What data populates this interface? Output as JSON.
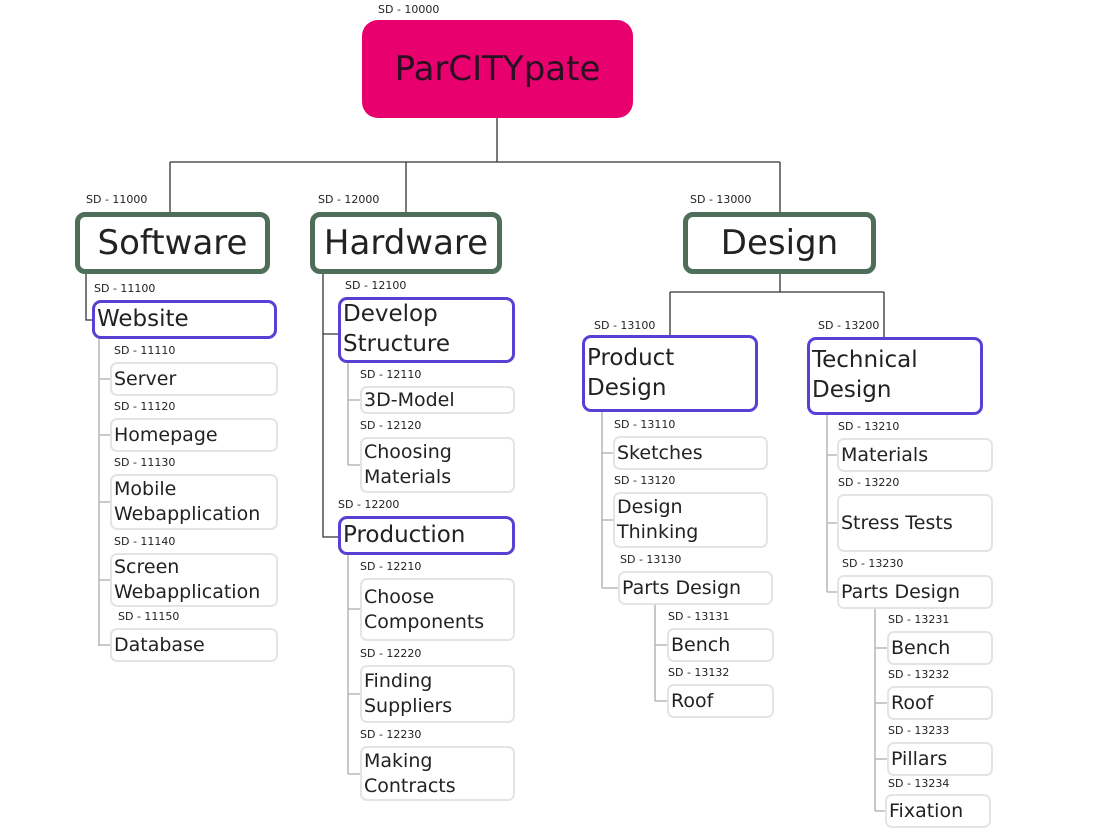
{
  "colors": {
    "root": "#e8006f",
    "level1": "#4f6e5a",
    "level2": "#5a3fd6",
    "level3": "#e4e4e4"
  },
  "nodes": [
    {
      "id": "root",
      "code": "SD - 10000",
      "label": "ParCITYpate"
    },
    {
      "id": "software",
      "code": "SD - 11000",
      "label": "Software"
    },
    {
      "id": "hardware",
      "code": "SD - 12000",
      "label": "Hardware"
    },
    {
      "id": "design",
      "code": "SD - 13000",
      "label": "Design"
    },
    {
      "id": "website",
      "code": "SD - 11100",
      "label": "Website"
    },
    {
      "id": "server",
      "code": "SD - 11110",
      "label": "Server"
    },
    {
      "id": "homepage",
      "code": "SD - 11120",
      "label": "Homepage"
    },
    {
      "id": "mobile",
      "code": "SD - 11130",
      "label": "Mobile Webapplication"
    },
    {
      "id": "screen",
      "code": "SD - 11140",
      "label": "Screen Webapplication"
    },
    {
      "id": "database",
      "code": "SD - 11150",
      "label": "Database"
    },
    {
      "id": "develop",
      "code": "SD - 12100",
      "label": "Develop Structure"
    },
    {
      "id": "model3d",
      "code": "SD - 12110",
      "label": "3D-Model"
    },
    {
      "id": "choosing",
      "code": "SD - 12120",
      "label": "Choosing Materials"
    },
    {
      "id": "production",
      "code": "SD - 12200",
      "label": "Production"
    },
    {
      "id": "components",
      "code": "SD - 12210",
      "label": "Choose Components"
    },
    {
      "id": "suppliers",
      "code": "SD - 12220",
      "label": "Finding Suppliers"
    },
    {
      "id": "contracts",
      "code": "SD - 12230",
      "label": "Making Contracts"
    },
    {
      "id": "product",
      "code": "SD - 13100",
      "label": "Product Design"
    },
    {
      "id": "sketches",
      "code": "SD - 13110",
      "label": "Sketches"
    },
    {
      "id": "thinking",
      "code": "SD - 13120",
      "label": "Design Thinking"
    },
    {
      "id": "parts1",
      "code": "SD - 13130",
      "label": "Parts Design"
    },
    {
      "id": "bench1",
      "code": "SD - 13131",
      "label": "Bench"
    },
    {
      "id": "roof1",
      "code": "SD - 13132",
      "label": "Roof"
    },
    {
      "id": "technical",
      "code": "SD - 13200",
      "label": "Technical Design"
    },
    {
      "id": "materials",
      "code": "SD - 13210",
      "label": "Materials"
    },
    {
      "id": "stress",
      "code": "SD - 13220",
      "label": "Stress Tests"
    },
    {
      "id": "parts2",
      "code": "SD - 13230",
      "label": "Parts Design"
    },
    {
      "id": "bench2",
      "code": "SD - 13231",
      "label": "Bench"
    },
    {
      "id": "roof2",
      "code": "SD - 13232",
      "label": "Roof"
    },
    {
      "id": "pillars",
      "code": "SD - 13233",
      "label": "Pillars"
    },
    {
      "id": "fixation",
      "code": "SD - 13234",
      "label": "Fixation"
    }
  ]
}
